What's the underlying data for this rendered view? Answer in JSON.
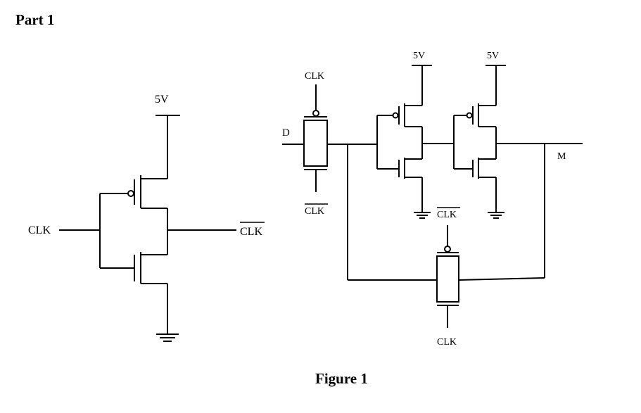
{
  "page": {
    "title": "Part 1",
    "caption": "Figure 1"
  },
  "inverter": {
    "supply_label": "5V",
    "input_label": "CLK",
    "output_label": "CLK"
  },
  "latch": {
    "data_input_label": "D",
    "tg1_top_label": "CLK",
    "tg1_bottom_label": "CLK",
    "inv1_supply_label": "5V",
    "inv2_supply_label": "5V",
    "tg2_top_label": "CLK",
    "tg2_bottom_label": "CLK",
    "output_label": "M"
  }
}
